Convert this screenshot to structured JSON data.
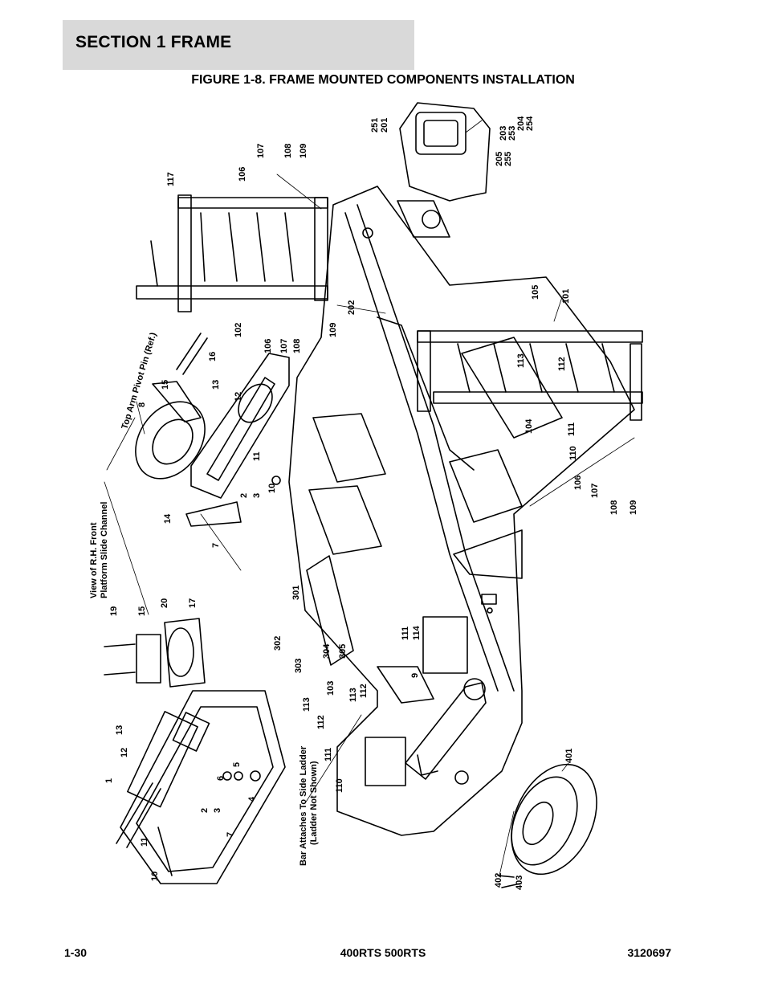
{
  "header": {
    "section_title": "SECTION 1  FRAME",
    "figure_title": "FIGURE 1-8. FRAME MOUNTED COMPONENTS INSTALLATION"
  },
  "callouts": {
    "view_rh_front_line1": "View of R.H. Front",
    "view_rh_front_line2": "Platform Slide Channel",
    "top_arm_pivot": "Top Arm Pivot Pin (Ref.)",
    "bar_attaches_line1": "Bar Attaches To Side Ladder",
    "bar_attaches_line2": "(Ladder Not Shown)"
  },
  "parts": {
    "p1": "1",
    "p2": "2",
    "p3": "3",
    "p4": "4",
    "p5": "5",
    "p6": "6",
    "p7": "7",
    "p8": "8",
    "p9": "9",
    "p10": "10",
    "p11": "11",
    "p12": "12",
    "p13": "13",
    "p14": "14",
    "p15": "15",
    "p16": "16",
    "p17": "17",
    "p19": "19",
    "p20": "20",
    "p101": "101",
    "p102": "102",
    "p103": "103",
    "p104": "104",
    "p105": "105",
    "p106": "106",
    "p107": "107",
    "p108": "108",
    "p109": "109",
    "p110": "110",
    "p111": "111",
    "p112": "112",
    "p113": "113",
    "p114": "114",
    "p117": "117",
    "p201": "201",
    "p202": "202",
    "p203": "203",
    "p204": "204",
    "p205": "205",
    "p251": "251",
    "p253": "253",
    "p254": "254",
    "p255": "255",
    "p301": "301",
    "p302": "302",
    "p303": "303",
    "p304": "304",
    "p305": "305",
    "p401": "401",
    "p402": "402",
    "p403": "403"
  },
  "footer": {
    "page_number": "1-30",
    "model": "400RTS 500RTS",
    "doc_number": "3120697"
  }
}
